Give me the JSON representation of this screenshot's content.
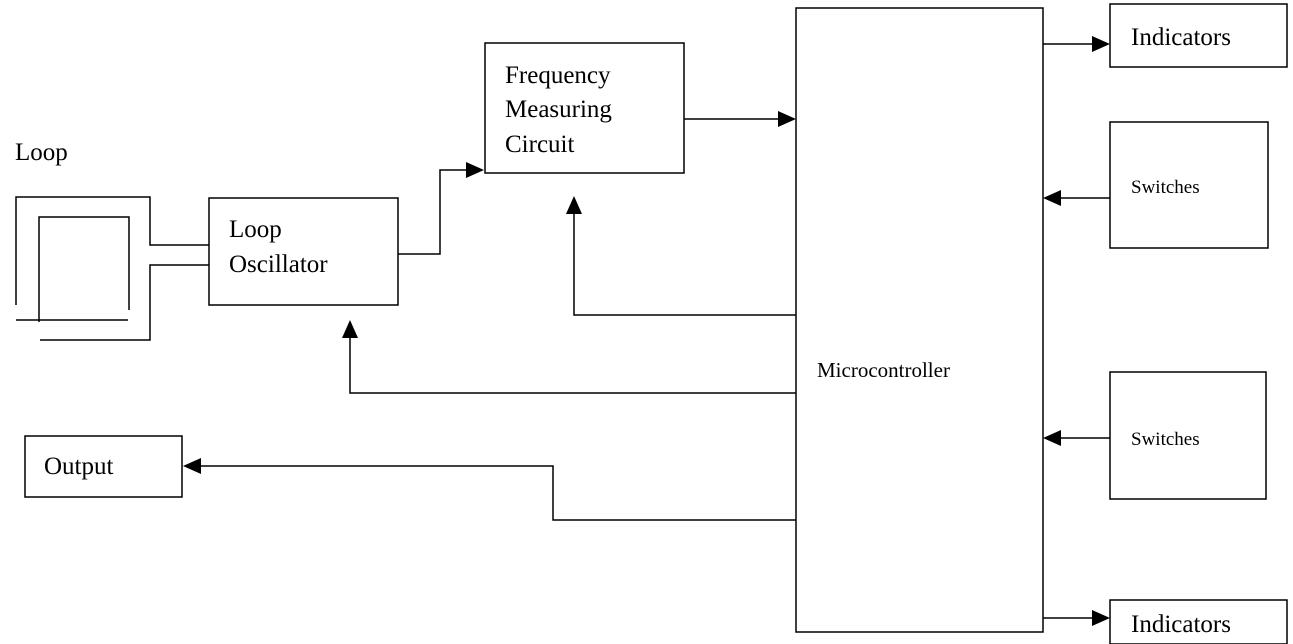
{
  "blocks": {
    "loop_label": "Loop",
    "loop_oscillator": [
      "Loop",
      "Oscillator"
    ],
    "frequency_circuit": [
      "Frequency",
      "Measuring",
      "Circuit"
    ],
    "microcontroller": "Microcontroller",
    "indicators_top": "Indicators",
    "switches_top": "Switches",
    "switches_bottom": "Switches",
    "indicators_bottom": "Indicators",
    "output": "Output"
  }
}
